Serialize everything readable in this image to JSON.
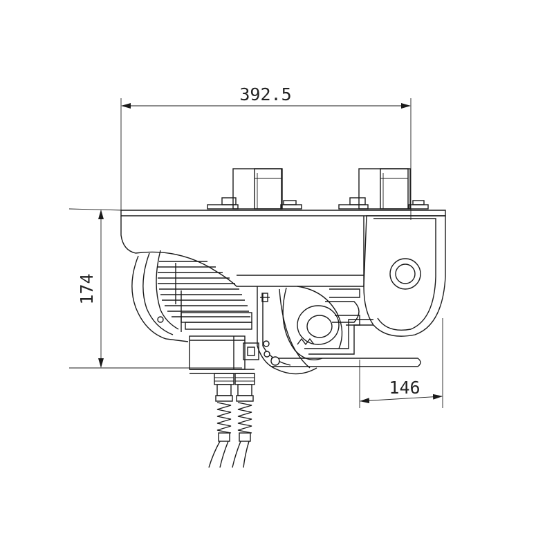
{
  "drawing": {
    "dimensions": {
      "overall_width": "392.5",
      "overall_height": "174",
      "trolley_offset": "146"
    },
    "colors": {
      "line": "#1a1a1a",
      "background": "#ffffff"
    }
  }
}
